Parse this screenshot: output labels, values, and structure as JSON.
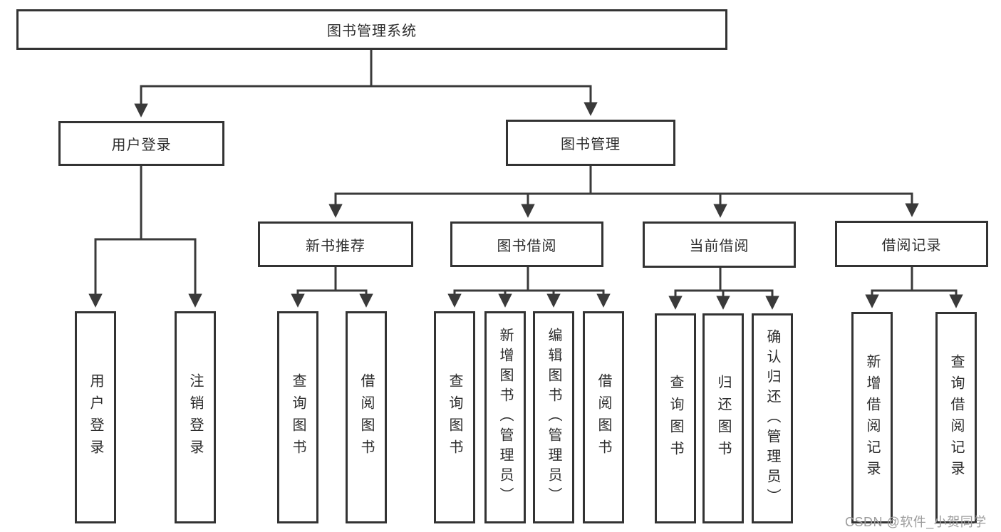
{
  "diagram": {
    "root": {
      "label": "图书管理系统"
    },
    "branches": {
      "login": {
        "label": "用户登录",
        "children": [
          "用户登录",
          "注销登录"
        ]
      },
      "management": {
        "label": "图书管理",
        "groups": {
          "newbook": {
            "label": "新书推荐",
            "children": [
              "查询图书",
              "借阅图书"
            ]
          },
          "borrow": {
            "label": "图书借阅",
            "children": [
              "查询图书",
              "新增图书（管理员）",
              "编辑图书（管理员）",
              "借阅图书"
            ]
          },
          "current": {
            "label": "当前借阅",
            "children": [
              "查询图书",
              "归还图书",
              "确认归还（管理员）"
            ]
          },
          "records": {
            "label": "借阅记录",
            "children": [
              "新增借阅记录",
              "查询借阅记录"
            ]
          }
        }
      }
    }
  },
  "watermark": {
    "text": "CSDN @软件_小贺同学"
  },
  "colors": {
    "background": "#ffffff",
    "line": "#3a3a3a",
    "box_border": "#333333",
    "text": "#2d2d2d",
    "watermark": "#9c9c9c"
  }
}
